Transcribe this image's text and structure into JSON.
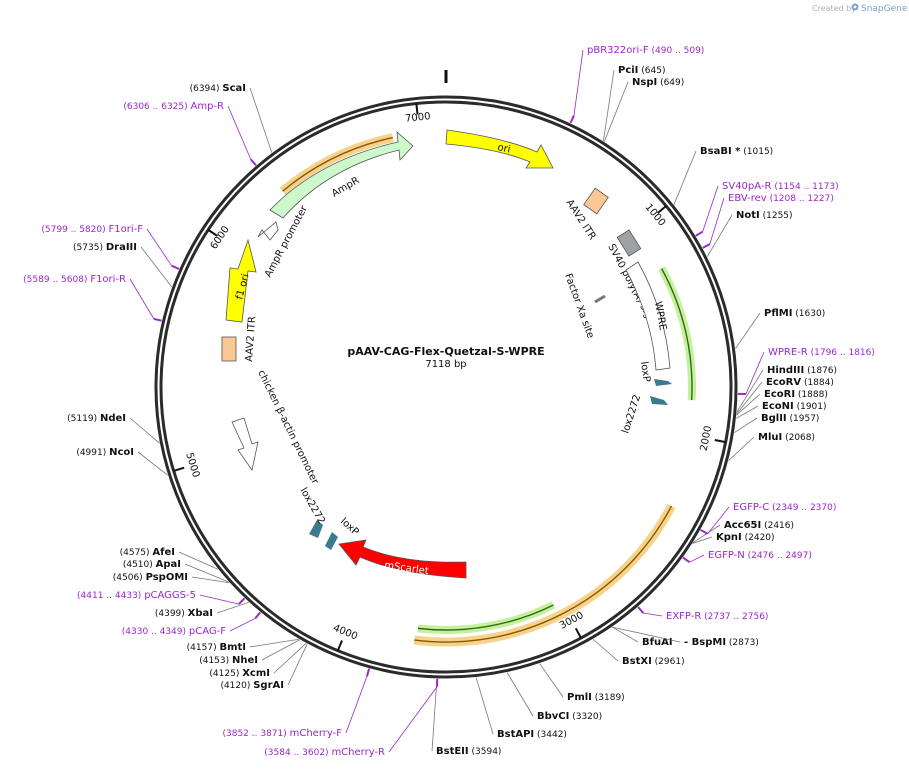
{
  "app": {
    "credit_label": "Created by",
    "brand": "SnapGene",
    "brand_icon": "snapgene-logo-icon"
  },
  "plasmid": {
    "name": "pAAV-CAG-Flex-Quetzal-S-WPRE",
    "length_label": "7118 bp",
    "length": 7118
  },
  "colors": {
    "backbone": "#2b2b2b",
    "enzyme_line": "#777777",
    "primer": "#9b27c9",
    "ori": "#ffff00",
    "ampr": "#ccf8cc",
    "f1ori": "#ffff00",
    "itr": "#fbc794",
    "polya": "#9ea2a6",
    "wpre": "#ffffff",
    "lox": "#3a7b8f",
    "mscarlet": "#ff0000",
    "quetzal_outer": "#f6d28c",
    "quetzal_inner": "#8cd870"
  },
  "ticks": [
    "1000",
    "2000",
    "3000",
    "4000",
    "5000",
    "6000",
    "7000"
  ],
  "enzymes": [
    {
      "name": "PciI",
      "pos": "(645)"
    },
    {
      "name": "NspI",
      "pos": "(649)"
    },
    {
      "name": "BsaBI *",
      "pos": "(1015)"
    },
    {
      "name": "NotI",
      "pos": "(1255)"
    },
    {
      "name": "PflMI",
      "pos": "(1630)"
    },
    {
      "name": "HindIII",
      "pos": "(1876)"
    },
    {
      "name": "EcoRV",
      "pos": "(1884)"
    },
    {
      "name": "EcoRI",
      "pos": "(1888)"
    },
    {
      "name": "EcoNI",
      "pos": "(1901)"
    },
    {
      "name": "BglII",
      "pos": "(1957)"
    },
    {
      "name": "MluI",
      "pos": "(2068)"
    },
    {
      "name": "Acc65I",
      "pos": "(2416)"
    },
    {
      "name": "KpnI",
      "pos": "(2420)"
    },
    {
      "name": "BfuAI",
      "pos": ""
    },
    {
      "name": "- BspMI",
      "pos": "(2873)"
    },
    {
      "name": "BstXI",
      "pos": "(2961)"
    },
    {
      "name": "PmlI",
      "pos": "(3189)"
    },
    {
      "name": "BbvCI",
      "pos": "(3320)"
    },
    {
      "name": "BstAPI",
      "pos": "(3442)"
    },
    {
      "name": "BstEII",
      "pos": "(3594)"
    },
    {
      "name": "SgrAI",
      "pos": "(4120)"
    },
    {
      "name": "XcmI",
      "pos": "(4125)"
    },
    {
      "name": "NheI",
      "pos": "(4153)"
    },
    {
      "name": "BmtI",
      "pos": "(4157)"
    },
    {
      "name": "XbaI",
      "pos": "(4399)"
    },
    {
      "name": "PspOMI",
      "pos": "(4506)"
    },
    {
      "name": "ApaI",
      "pos": "(4510)"
    },
    {
      "name": "AfeI",
      "pos": "(4575)"
    },
    {
      "name": "NcoI",
      "pos": "(4991)"
    },
    {
      "name": "NdeI",
      "pos": "(5119)"
    },
    {
      "name": "DraIII",
      "pos": "(5735)"
    },
    {
      "name": "ScaI",
      "pos": "(6394)"
    }
  ],
  "primers": [
    {
      "name": "pBR322ori-F",
      "pos": "(490 .. 509)"
    },
    {
      "name": "SV40pA-R",
      "pos": "(1154 .. 1173)"
    },
    {
      "name": "EBV-rev",
      "pos": "(1208 .. 1227)"
    },
    {
      "name": "WPRE-R",
      "pos": "(1796 .. 1816)"
    },
    {
      "name": "EGFP-C",
      "pos": "(2349 .. 2370)"
    },
    {
      "name": "EGFP-N",
      "pos": "(2476 .. 2497)"
    },
    {
      "name": "EXFP-R",
      "pos": "(2737 .. 2756)"
    },
    {
      "name": "mCherry-F",
      "pos": "(3852 .. 3871)"
    },
    {
      "name": "mCherry-R",
      "pos": "(3584 .. 3602)"
    },
    {
      "name": "pCAG-F",
      "pos": "(4330 .. 4349)"
    },
    {
      "name": "pCAGGS-5",
      "pos": "(4411 .. 4433)"
    },
    {
      "name": "F1ori-R",
      "pos": "(5589 .. 5608)"
    },
    {
      "name": "F1ori-F",
      "pos": "(5799 .. 5820)"
    },
    {
      "name": "Amp-R",
      "pos": "(6306 .. 6325)"
    }
  ],
  "features": {
    "ori": "ori",
    "ampr": "AmpR",
    "ampr_promoter": "AmpR promoter",
    "f1ori": "f1 ori",
    "itr_right": "AAV2 ITR",
    "itr_left": "AAV2 ITR",
    "sv40": "SV40 poly(A) signal",
    "factor_xa": "Factor Xa site",
    "wpre": "WPRE",
    "loxp_right": "loxP",
    "lox2272_right": "lox2272",
    "cba": "chicken β-actin promoter",
    "lox2272_left": "lox2272",
    "loxp_left": "loxP",
    "mscarlet": "mScarlet"
  }
}
